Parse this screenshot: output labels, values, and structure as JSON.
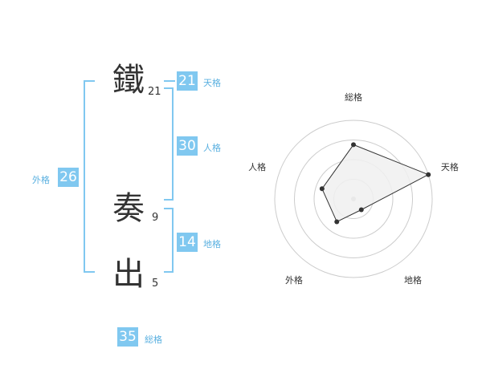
{
  "name": {
    "chars": [
      {
        "char": "鐵",
        "strokes": "21"
      },
      {
        "char": "奏",
        "strokes": "9"
      },
      {
        "char": "出",
        "strokes": "5"
      }
    ]
  },
  "scores": {
    "tenkaku": {
      "value": "21",
      "label": "天格"
    },
    "jinkaku": {
      "value": "30",
      "label": "人格"
    },
    "chikaku": {
      "value": "14",
      "label": "地格"
    },
    "gaikaku": {
      "value": "26",
      "label": "外格"
    },
    "soukaku": {
      "value": "35",
      "label": "総格"
    }
  },
  "chart_data": {
    "type": "radar",
    "axes": [
      "総格",
      "天格",
      "地格",
      "外格",
      "人格"
    ],
    "values": [
      0.69,
      1.0,
      0.17,
      0.36,
      0.42
    ],
    "range": [
      0,
      1
    ],
    "rings": 4,
    "colors": {
      "fill": "#f0f0f0",
      "line": "#333333",
      "grid": "#cccccc",
      "center": "#bbbbbb"
    }
  },
  "colors": {
    "accent": "#80c8f0",
    "accent_text": "#5ab0e0"
  }
}
